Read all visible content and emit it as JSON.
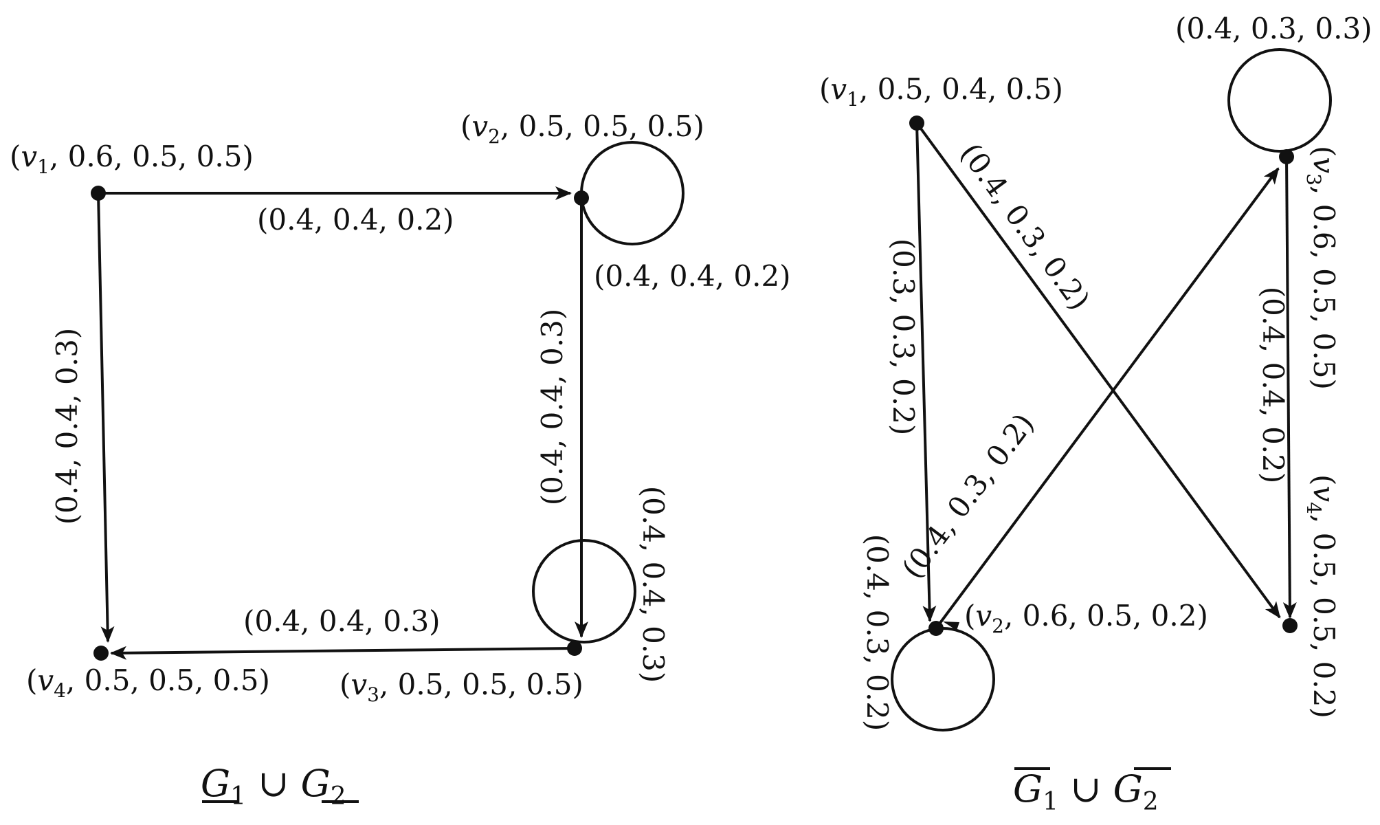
{
  "left": {
    "caption": {
      "sym": "G",
      "sub1": "1",
      "op": " ∪ ",
      "sub2": "2"
    },
    "nodes": {
      "v1": {
        "name": "v",
        "sub": "1",
        "vals": ", 0.6, 0.5, 0.5)"
      },
      "v2": {
        "name": "v",
        "sub": "2",
        "vals": ", 0.5, 0.5, 0.5)"
      },
      "v3": {
        "name": "v",
        "sub": "3",
        "vals": ", 0.5, 0.5, 0.5)"
      },
      "v4": {
        "name": "v",
        "sub": "4",
        "vals": ", 0.5, 0.5, 0.5)"
      }
    },
    "edges": {
      "v1_v2": "(0.4, 0.4, 0.2)",
      "v1_v4": "(0.4, 0.4, 0.3)",
      "v2_v3": "(0.4, 0.4, 0.3)",
      "v3_v4": "(0.4, 0.4, 0.3)",
      "loop_v2": "(0.4, 0.4, 0.2)",
      "loop_v3": "(0.4, 0.4, 0.3)"
    }
  },
  "right": {
    "caption": {
      "sym": "G",
      "sub1": "1",
      "op": " ∪ ",
      "sub2": "2"
    },
    "nodes": {
      "v1": {
        "name": "v",
        "sub": "1",
        "vals": ", 0.5, 0.4, 0.5)"
      },
      "v2": {
        "name": "v",
        "sub": "2",
        "vals": ", 0.6, 0.5, 0.2)"
      },
      "v3": {
        "name": "v",
        "sub": "3",
        "vals": ", 0.6, 0.5, 0.5)"
      },
      "v4": {
        "name": "v",
        "sub": "4",
        "vals": ", 0.5, 0.5, 0.2)"
      }
    },
    "edges": {
      "v1_v2": "(0.3, 0.3, 0.2)",
      "v1_v4": "(0.4, 0.3, 0.2)",
      "v2_v3": "(0.4, 0.3, 0.2)",
      "v3_v4": "(0.4, 0.4, 0.2)",
      "loop_v3": "(0.4, 0.3, 0.3)",
      "loop_v2": "(0.4, 0.3, 0.2)"
    }
  }
}
